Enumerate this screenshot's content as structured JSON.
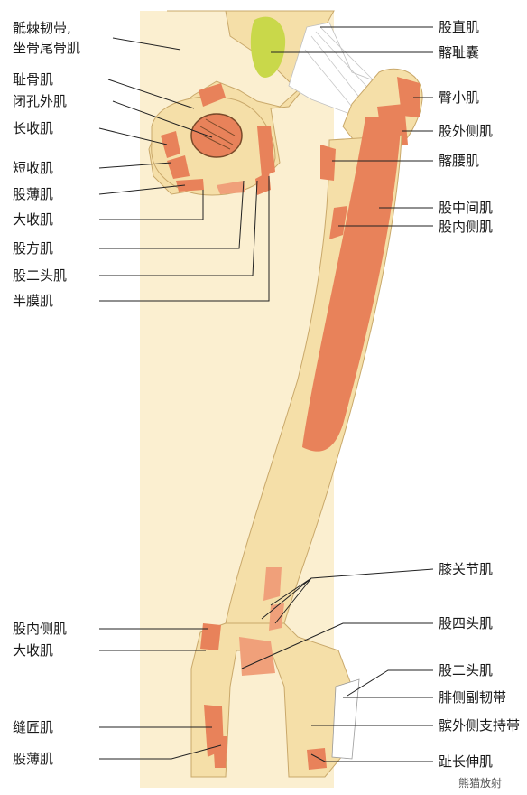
{
  "diagram": {
    "colors": {
      "bone": "#f5dfa8",
      "muscle": "#e8825a",
      "muscle_light": "#f0a07a",
      "cartilage_green": "#c9d84a",
      "ligament": "#ffffff",
      "line": "#222222",
      "background_band": "#fbefd0"
    },
    "labels_left": [
      {
        "id": "sacrospinous",
        "text": "骶棘韧带,"
      },
      {
        "id": "sacrospinous2",
        "text": "坐骨尾骨肌"
      },
      {
        "id": "pubic",
        "text": "耻骨肌"
      },
      {
        "id": "obturator_ext",
        "text": "闭孔外肌"
      },
      {
        "id": "adductor_longus",
        "text": "长收肌"
      },
      {
        "id": "adductor_brevis",
        "text": "短收肌"
      },
      {
        "id": "gracilis_top",
        "text": "股薄肌"
      },
      {
        "id": "adductor_magnus_top",
        "text": "大收肌"
      },
      {
        "id": "quadratus_femoris",
        "text": "股方肌"
      },
      {
        "id": "biceps_top",
        "text": "股二头肌"
      },
      {
        "id": "semimembranosus",
        "text": "半膜肌"
      },
      {
        "id": "vastus_medialis_bottom",
        "text": "股内侧肌"
      },
      {
        "id": "adductor_magnus_bottom",
        "text": "大收肌"
      },
      {
        "id": "sartorius",
        "text": "缝匠肌"
      },
      {
        "id": "gracilis_bottom",
        "text": "股薄肌"
      }
    ],
    "labels_right": [
      {
        "id": "rectus_femoris",
        "text": "股直肌"
      },
      {
        "id": "iliopubic_bursa",
        "text": "髂耻囊"
      },
      {
        "id": "gluteus_minimus",
        "text": "臀小肌"
      },
      {
        "id": "vastus_lateralis",
        "text": "股外侧肌"
      },
      {
        "id": "iliopsoas",
        "text": "髂腰肌"
      },
      {
        "id": "vastus_intermedius",
        "text": "股中间肌"
      },
      {
        "id": "vastus_medialis",
        "text": "股内侧肌"
      },
      {
        "id": "articularis_genus",
        "text": "膝关节肌"
      },
      {
        "id": "quadriceps",
        "text": "股四头肌"
      },
      {
        "id": "biceps_bottom",
        "text": "股二头肌"
      },
      {
        "id": "fibular_collateral",
        "text": "腓侧副韧带"
      },
      {
        "id": "lateral_retinaculum",
        "text": "髌外侧支持带"
      },
      {
        "id": "ext_digitorum_longus",
        "text": "趾长伸肌"
      }
    ],
    "watermark": "熊猫放射"
  }
}
